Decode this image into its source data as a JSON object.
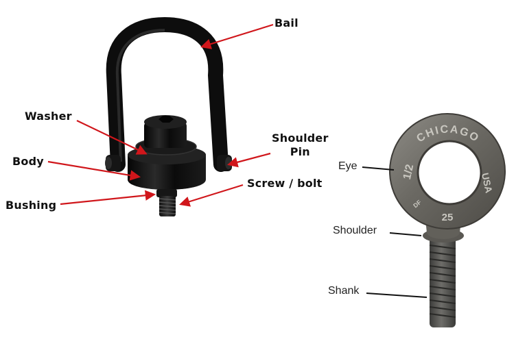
{
  "swivel_hoist_ring": {
    "labels": {
      "bail": "Bail",
      "washer": "Washer",
      "body": "Body",
      "bushing": "Bushing",
      "shoulder_pin_line1": "Shoulder",
      "shoulder_pin_line2": "Pin",
      "screw_bolt": "Screw / bolt"
    },
    "arrow_color": "#d0161b"
  },
  "eye_bolt": {
    "labels": {
      "eye": "Eye",
      "shoulder": "Shoulder",
      "shank": "Shank"
    },
    "stamp_brand": "CHICAGO",
    "stamp_country": "USA",
    "stamp_size": "1/2",
    "stamp_number": "25",
    "stamp_small": "DF",
    "leader_color": "#111111"
  }
}
